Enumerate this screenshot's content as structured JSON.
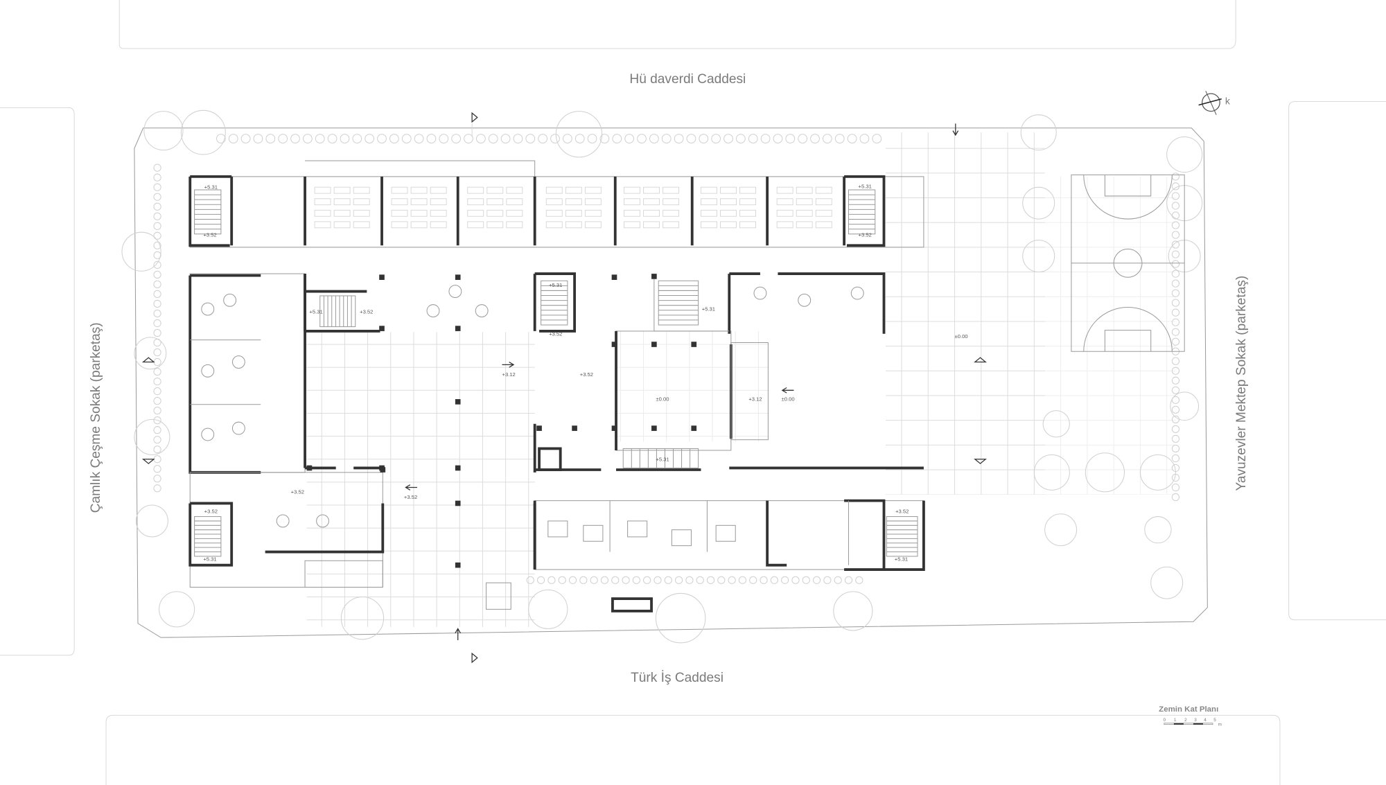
{
  "streets": {
    "north": "Hü    daverdi Caddesi",
    "south": "Türk İş  Caddesi",
    "west": "Çamlık Çeşme Sokak (parketaş)",
    "east": "Yavuzevler Mektep Sokak (parketaş)"
  },
  "north_arrow": {
    "label": "k"
  },
  "levels": [
    "+5.31",
    "+3.52",
    "+5.31",
    "+3.52",
    "+5.31",
    "+3.52",
    "+5.31",
    "+3.52",
    "+5.31",
    "+3.12",
    "+3.52",
    "±0.00",
    "+3.12",
    "±0.00",
    "±0.00",
    "+5.31",
    "+3.52",
    "+3.52",
    "+3.52",
    "+5.31",
    "+3.52",
    "+5.31"
  ],
  "title_block": {
    "title": "Zemin Kat Planı",
    "scale_ticks": [
      "0",
      "1",
      "2",
      "3",
      "4",
      "5"
    ],
    "scale_unit": "m"
  },
  "colors": {
    "wall": "#333333",
    "line": "#9a9a9a",
    "faint": "#d4d4d4",
    "text": "#7a7a7a"
  }
}
